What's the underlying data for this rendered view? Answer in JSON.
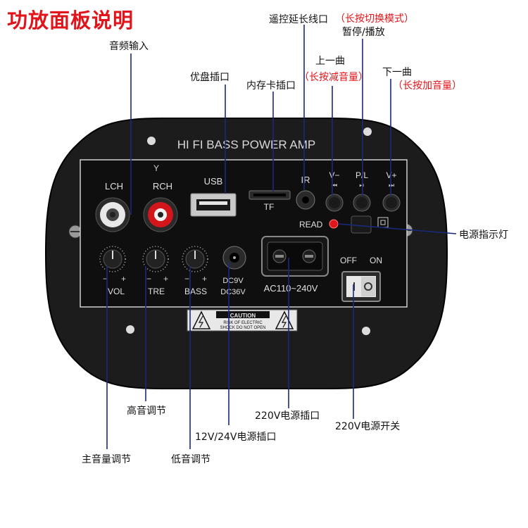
{
  "title": "功放面板说明",
  "colors": {
    "accent_red": "#e0141a",
    "panel": "#1c1c1c",
    "panel_inner": "#0f0f0f",
    "silk": "#d8d8d8"
  },
  "callouts": {
    "audio_in": "音频输入",
    "usb_slot": "优盘插口",
    "tf_slot": "内存卡插口",
    "remote_cable": "遥控延长线口",
    "mode_hint": "（长按切换模式）",
    "pause_play": "暂停/播放",
    "prev": "上一曲",
    "vol_down_hint": "（长按减音量）",
    "next": "下一曲",
    "vol_up_hint": "（长按加音量）",
    "power_led": "电源指示灯",
    "treble": "高音调节",
    "main_volume": "主音量调节",
    "bass": "低音调节",
    "dc_in": "12V/24V电源插口",
    "ac_in": "220V电源插口",
    "ac_switch": "220V电源开关"
  },
  "panel": {
    "brand": "HI FI BASS POWER AMP",
    "lch": "LCH",
    "rch": "RCH",
    "usb": "USB",
    "tf": "TF",
    "ir": "IR",
    "btn_prev": "V−",
    "btn_play": "P/L",
    "btn_next": "V+",
    "prev_icon": "⏮",
    "play_icon": "⏯",
    "next_icon": "⏭",
    "read": "READ",
    "off": "OFF",
    "on": "ON",
    "vol": "VOL",
    "tre": "TRE",
    "bass": "BASS",
    "minus": "−",
    "plus": "+",
    "dc1": "DC9V",
    "dc2": "DC36V",
    "ac": "AC110~240V",
    "caution": "CAUTION",
    "caution_sub1": "RISK OF ELECTRIC",
    "caution_sub2": "SHOCK DO NOT OPEN"
  }
}
